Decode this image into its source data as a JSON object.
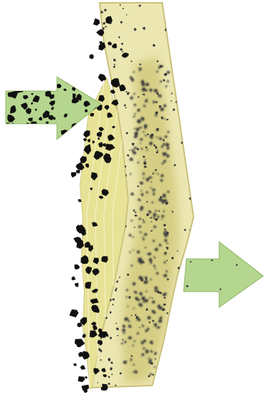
{
  "diagram": {
    "type": "filtration-cross-section",
    "colors": {
      "background": "#ffffff",
      "flow_arrow_fill": "#b5d68f",
      "flow_arrow_edge": "#8cb565",
      "outer_layer_fill": "#e7e296",
      "outer_layer_stripe": "#f3efbf",
      "media_fill": "#ece7b2",
      "media_edge": "#c9c07a",
      "depth_zone_fill": "#d2c97c",
      "particle_color": "#111111",
      "speckle_color": "#3a3a3a"
    },
    "parts": [
      {
        "name": "inflow-arrow",
        "icon": "right-arrow-icon",
        "density": "dense"
      },
      {
        "name": "cake-layer",
        "density": "coarse"
      },
      {
        "name": "filter-media",
        "density": "fine"
      },
      {
        "name": "depth-loading-zone",
        "density": "medium"
      },
      {
        "name": "outflow-arrow",
        "icon": "right-arrow-icon",
        "density": "sparse"
      }
    ]
  }
}
